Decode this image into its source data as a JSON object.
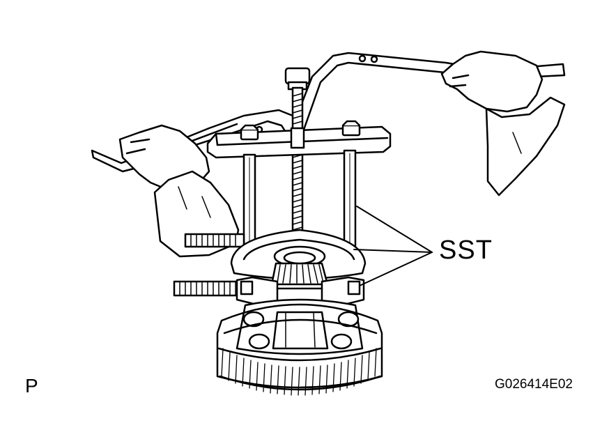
{
  "labels": {
    "sst": "SST",
    "corner": "P",
    "figure_id": "G026414E02"
  },
  "colors": {
    "ink": "#000000",
    "paper": "#ffffff"
  },
  "illustration": {
    "subject": "puller-assembly-with-gear-and-hands"
  }
}
